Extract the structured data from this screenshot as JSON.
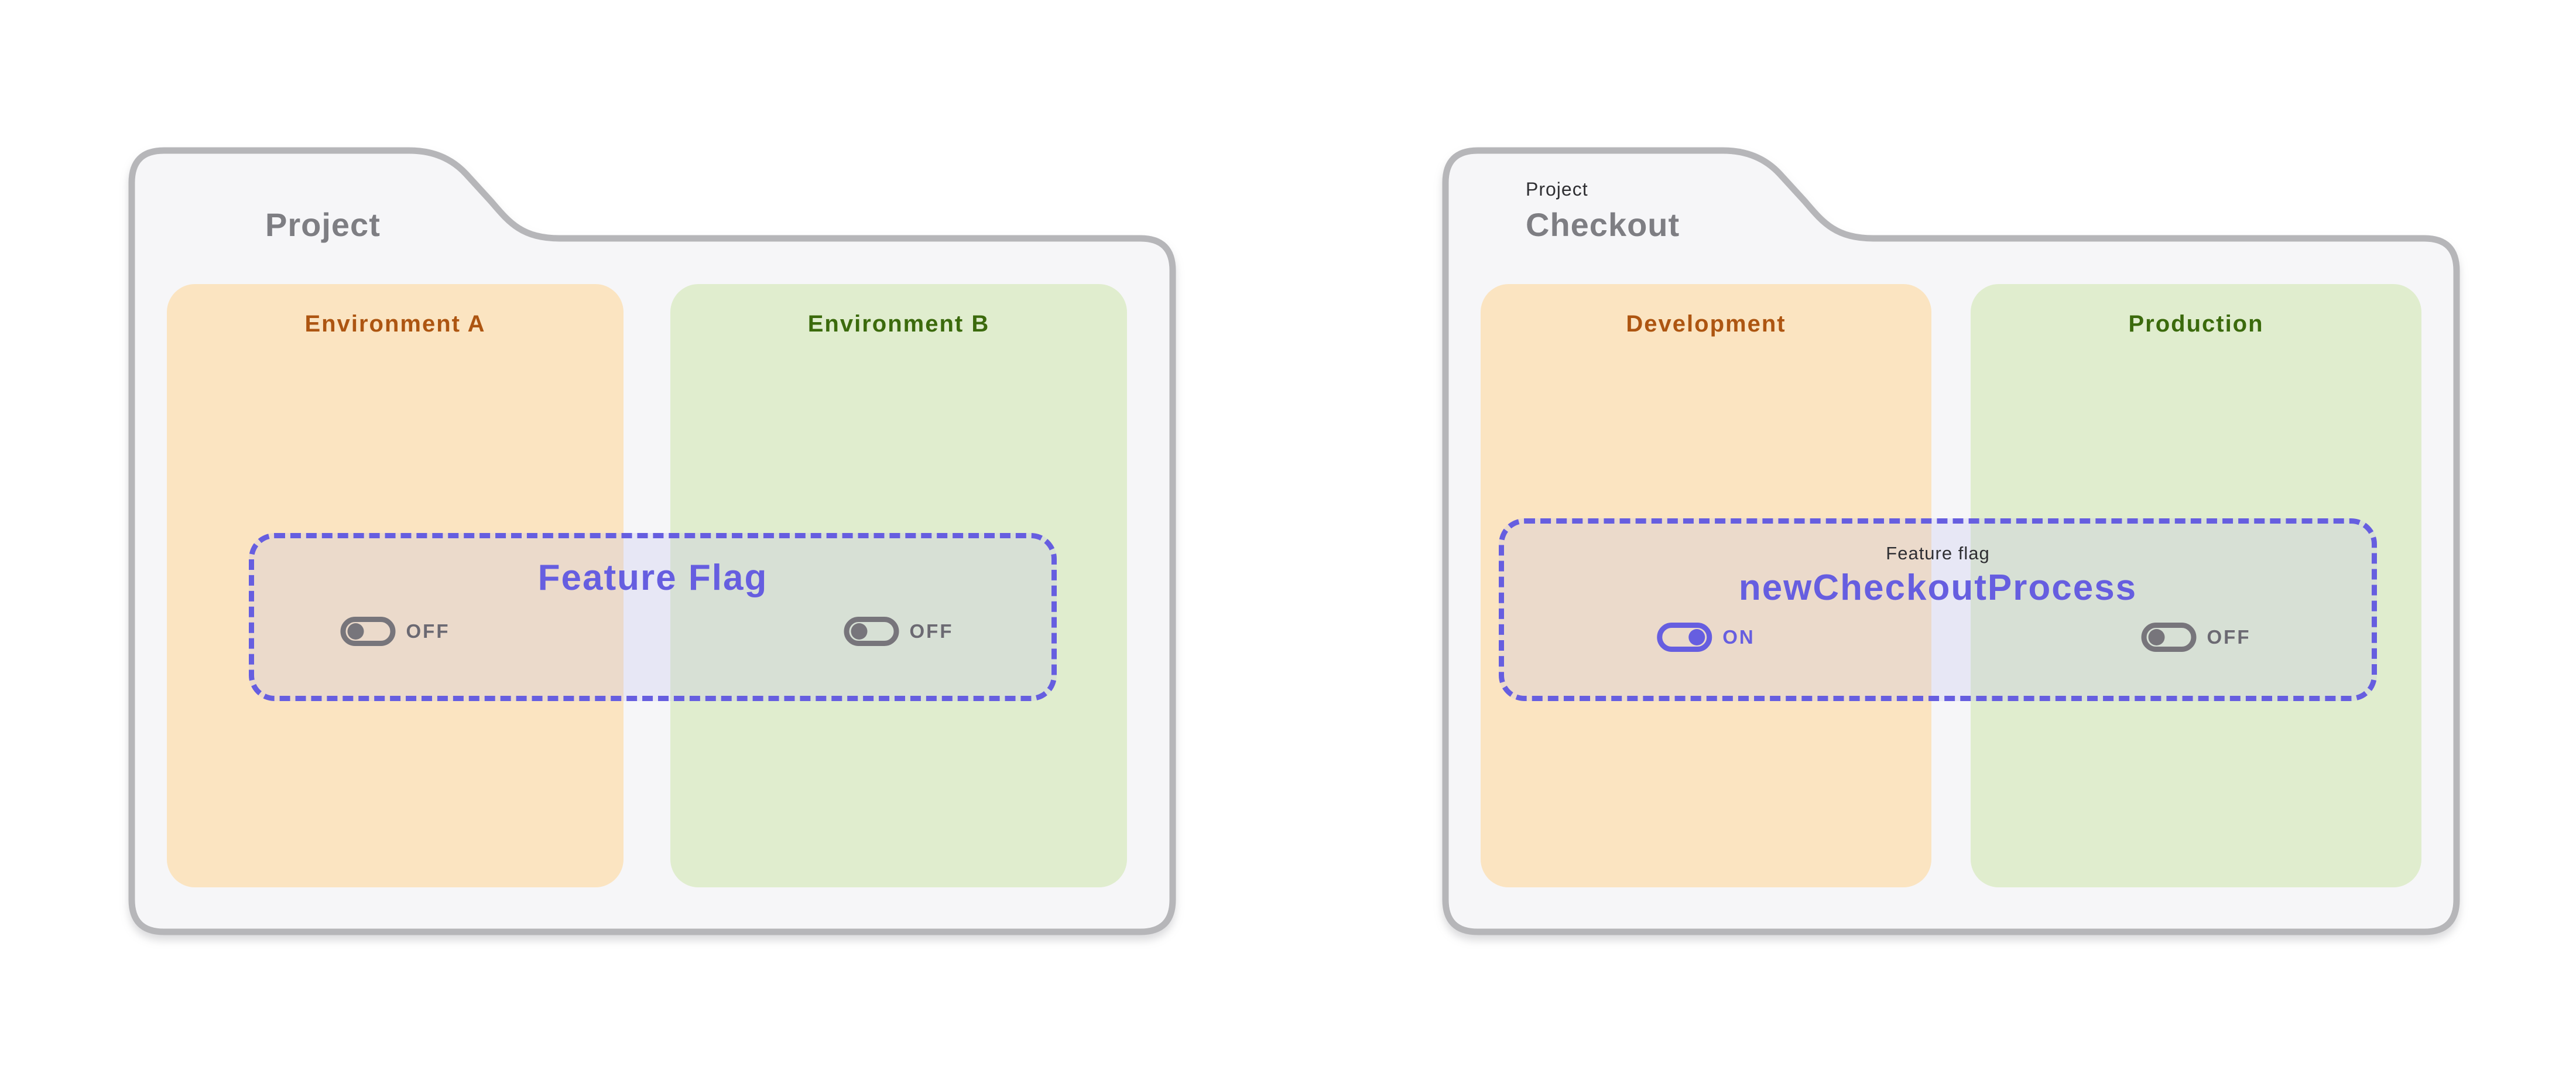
{
  "colors": {
    "accent_purple": "#665EE0",
    "toggle_off_gray": "#77757B",
    "folder_fill": "#F6F6F8",
    "folder_border": "#B6B6B9",
    "title_gray": "#7E7E83",
    "eyebrow_dark": "#2F2F33",
    "environment_orange_bg": "#FBE4C1",
    "environment_orange_text": "#AD5511",
    "environment_green_bg": "#E0EDCE",
    "environment_green_text": "#3B6A0C",
    "flag_overlay_fill": "rgba(187,187,235,0.25)"
  },
  "folders": [
    {
      "eyebrow": "",
      "title": "Project",
      "environments": [
        {
          "name": "Environment A",
          "toggle": {
            "state": "off",
            "label": "OFF"
          }
        },
        {
          "name": "Environment B",
          "toggle": {
            "state": "off",
            "label": "OFF"
          }
        }
      ],
      "feature_flag": {
        "eyebrow": "",
        "name": "Feature Flag"
      }
    },
    {
      "eyebrow": "Project",
      "title": "Checkout",
      "environments": [
        {
          "name": "Development",
          "toggle": {
            "state": "on",
            "label": "ON"
          }
        },
        {
          "name": "Production",
          "toggle": {
            "state": "off",
            "label": "OFF"
          }
        }
      ],
      "feature_flag": {
        "eyebrow": "Feature flag",
        "name": "newCheckoutProcess"
      }
    }
  ]
}
